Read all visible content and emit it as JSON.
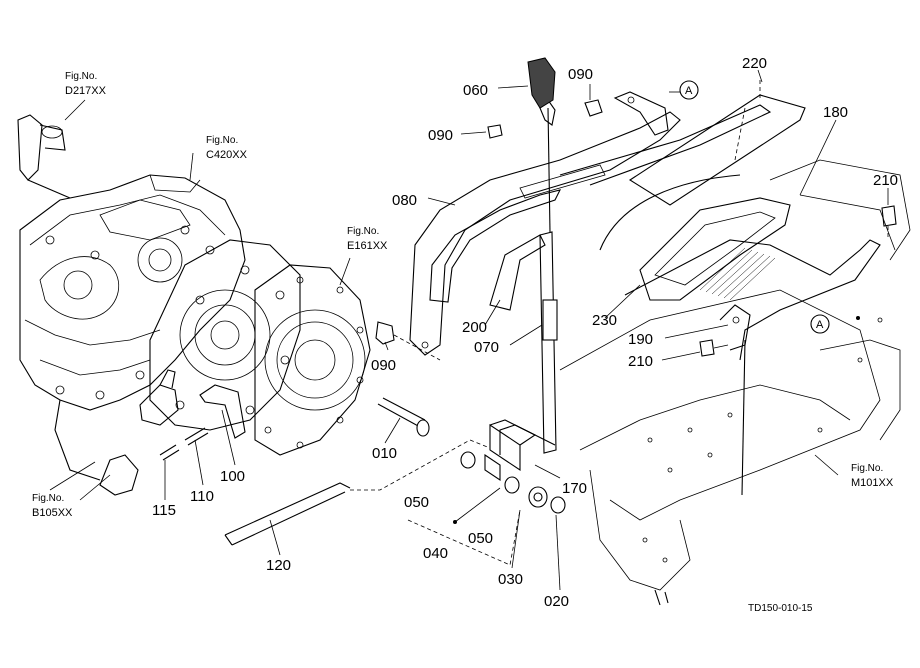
{
  "drawing_id": "TD150-010-15",
  "references": [
    {
      "fig": "Fig.No.",
      "code": "D217XX"
    },
    {
      "fig": "Fig.No.",
      "code": "C420XX"
    },
    {
      "fig": "Fig.No.",
      "code": "E161XX"
    },
    {
      "fig": "Fig.No.",
      "code": "B105XX"
    },
    {
      "fig": "Fig.No.",
      "code": "M101XX"
    }
  ],
  "callout_marker": "A",
  "parts": [
    "060",
    "090",
    "090",
    "220",
    "180",
    "210",
    "080",
    "200",
    "070",
    "230",
    "190",
    "210",
    "090",
    "010",
    "100",
    "115",
    "110",
    "120",
    "050",
    "050",
    "040",
    "030",
    "020",
    "170"
  ]
}
